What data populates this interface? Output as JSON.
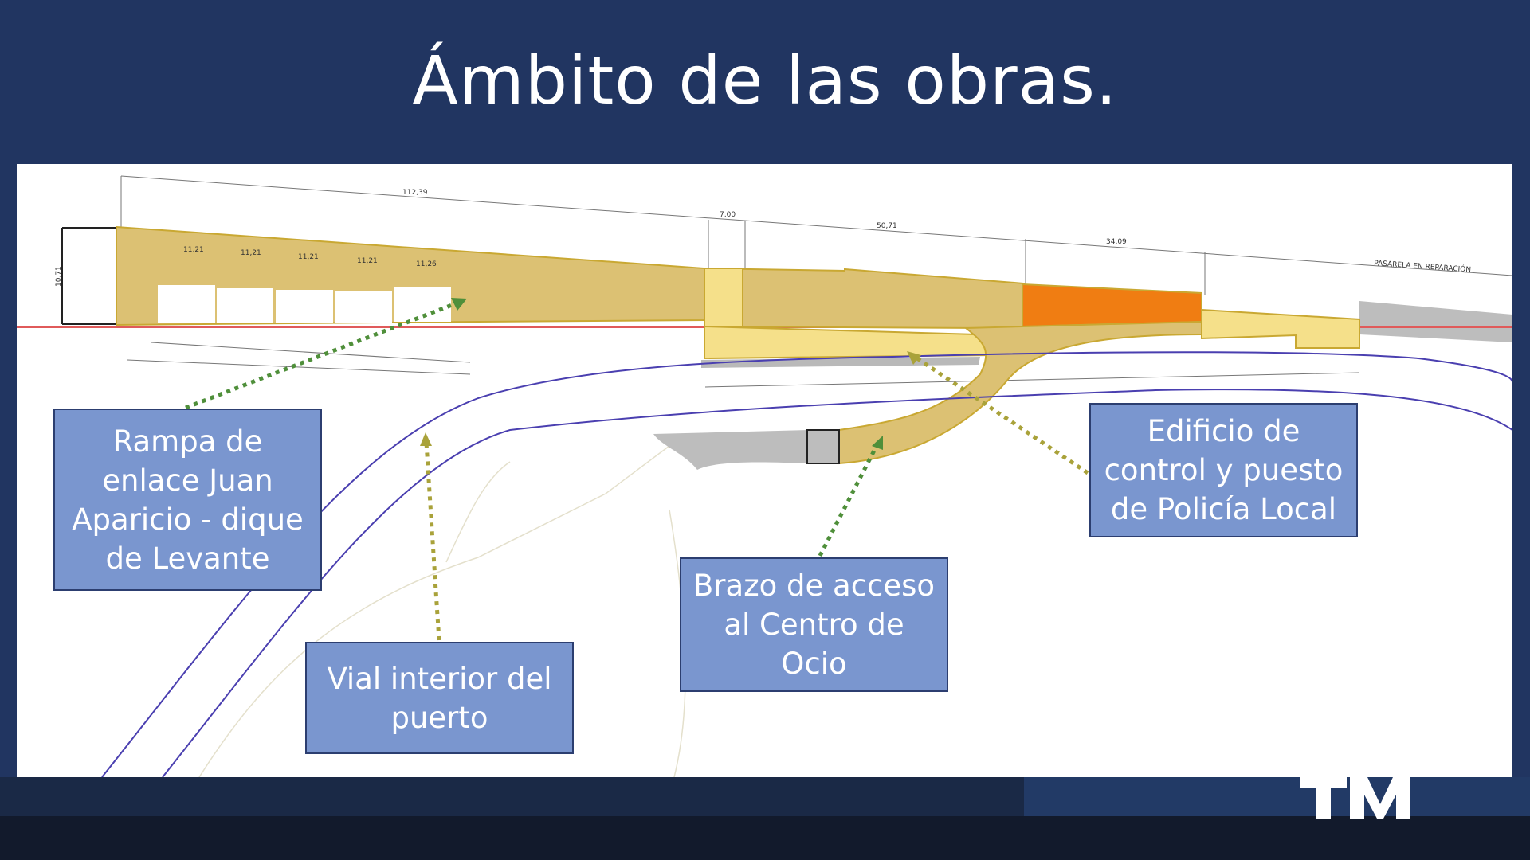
{
  "slide": {
    "title": "Ámbito de las obras.",
    "labels": {
      "rampa": "Rampa de enlace Juan Aparicio - dique de Levante",
      "vial": "Vial interior del puerto",
      "brazo": "Brazo de acceso al Centro de Ocio",
      "edificio": "Edificio de control y puesto de Policía Local"
    },
    "plan_annotations": {
      "total_length": "112,39",
      "d1": "7,00",
      "d2": "50,71",
      "d3": "34,09",
      "segments": [
        "11,21",
        "11,21",
        "11,21",
        "11,21",
        "11,26"
      ],
      "height_left": "10,71",
      "pasarela": "PASARELA EN REPARACIÓN"
    },
    "colors": {
      "background": "#213561",
      "label_box": "#7a96cf",
      "ramp_fill": "#dcc173",
      "light_fill": "#f5e08a",
      "orange_fill": "#f07d12",
      "road_line": "#4a3fb0",
      "arrow_green": "#4f8f3a",
      "arrow_olive": "#a9a23a"
    },
    "logo": "TM"
  }
}
